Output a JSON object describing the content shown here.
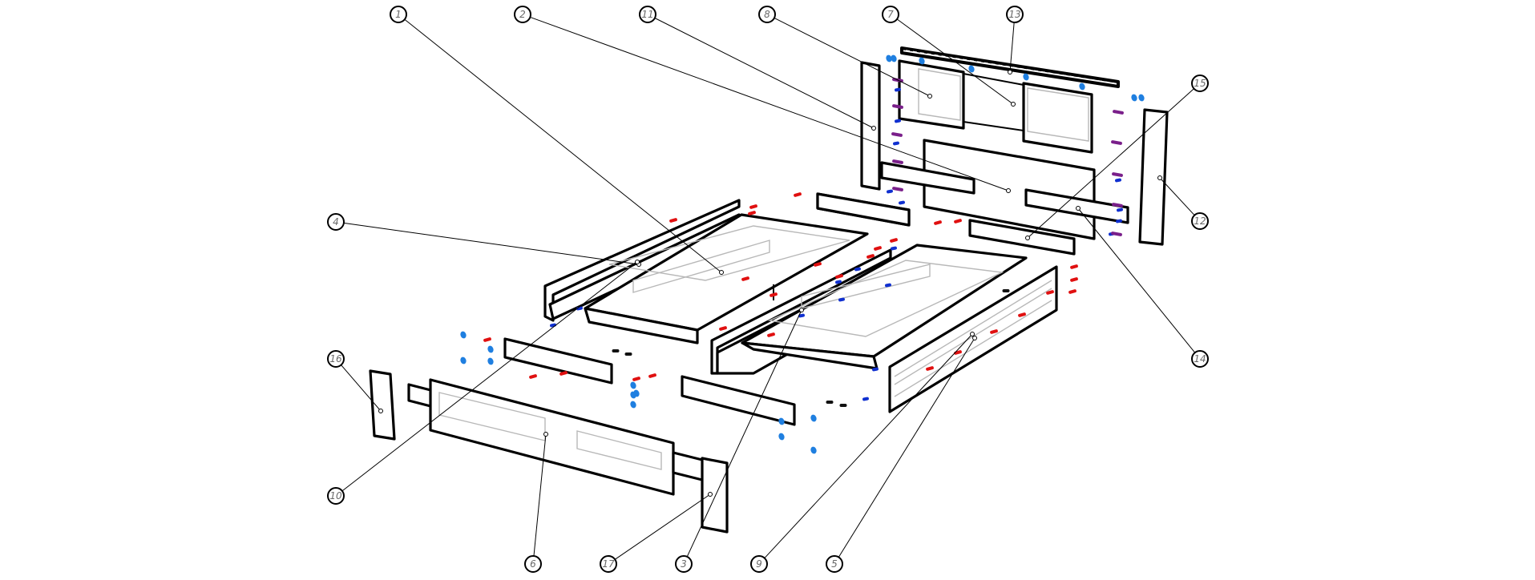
{
  "drawing": {
    "title": "Bed with drawers - exploded assembly view",
    "background": "#ffffff",
    "line_color": "#000000",
    "hidden_line_color": "#b8b8b8",
    "fastener_colors": {
      "cam_bolt": "#e01010",
      "dowel": "#1f7fe0",
      "screw": "#1030d0",
      "confirmat": "#7a1f8a",
      "pin": "#111111"
    }
  },
  "balloons": [
    {
      "id": "1",
      "label": "1"
    },
    {
      "id": "2",
      "label": "2"
    },
    {
      "id": "11",
      "label": "11"
    },
    {
      "id": "8",
      "label": "8"
    },
    {
      "id": "7",
      "label": "7"
    },
    {
      "id": "13",
      "label": "13"
    },
    {
      "id": "15",
      "label": "15"
    },
    {
      "id": "12",
      "label": "12"
    },
    {
      "id": "14",
      "label": "14"
    },
    {
      "id": "4",
      "label": "4"
    },
    {
      "id": "16",
      "label": "16"
    },
    {
      "id": "10",
      "label": "10"
    },
    {
      "id": "6",
      "label": "6"
    },
    {
      "id": "17",
      "label": "17"
    },
    {
      "id": "3",
      "label": "3"
    },
    {
      "id": "9",
      "label": "9"
    },
    {
      "id": "5",
      "label": "5"
    }
  ]
}
